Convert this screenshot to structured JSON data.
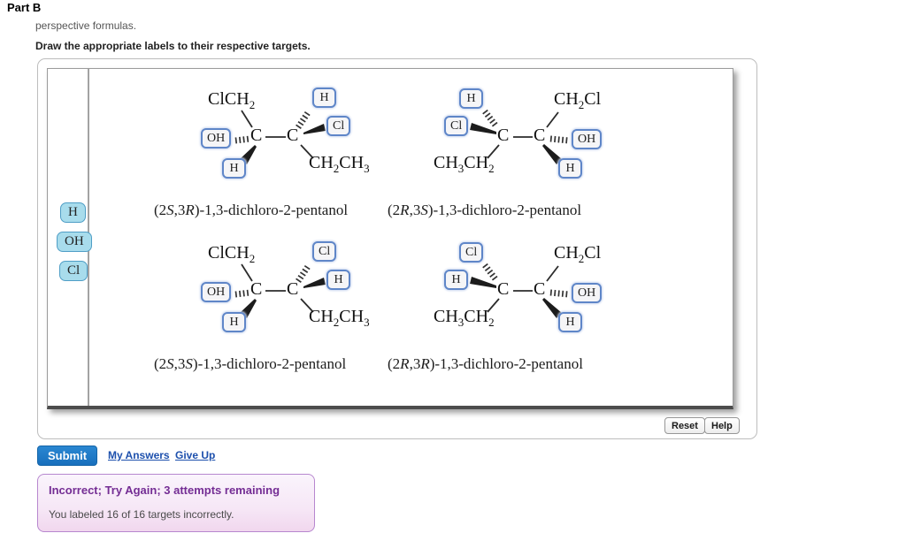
{
  "header": {
    "part": "Part B",
    "subtitle": "perspective formulas.",
    "instruction": "Draw the appropriate labels to their respective targets."
  },
  "palette": {
    "items": [
      {
        "label": "H"
      },
      {
        "label": "OH"
      },
      {
        "label": "Cl"
      }
    ]
  },
  "canvas": {
    "structures": [
      {
        "caption": "(2S,3R)-1,3-dichloro-2-pentanol",
        "top_formula": "ClCH2",
        "bottom_formula": "CH2CH3",
        "carbon": "C",
        "targets": {
          "left": "OH",
          "bottom_left": "H",
          "top_right": "H",
          "right": "Cl"
        }
      },
      {
        "caption": "(2R,3S)-1,3-dichloro-2-pentanol",
        "top_formula": "CH2Cl",
        "bottom_formula": "CH3CH2",
        "carbon": "C",
        "targets": {
          "top_left": "H",
          "left": "Cl",
          "right": "OH",
          "bottom_right": "H"
        }
      },
      {
        "caption": "(2S,3S)-1,3-dichloro-2-pentanol",
        "top_formula": "ClCH2",
        "bottom_formula": "CH2CH3",
        "carbon": "C",
        "targets": {
          "left": "OH",
          "bottom_left": "H",
          "top_right": "Cl",
          "right": "H"
        }
      },
      {
        "caption": "(2R,3R)-1,3-dichloro-2-pentanol",
        "top_formula": "CH2Cl",
        "bottom_formula": "CH3CH2",
        "carbon": "C",
        "targets": {
          "top_left": "Cl",
          "left": "H",
          "right": "OH",
          "bottom_right": "H"
        }
      }
    ]
  },
  "panel_buttons": {
    "reset": "Reset",
    "help": "Help"
  },
  "actions": {
    "submit": "Submit",
    "my_answers": "My Answers",
    "give_up": "Give Up"
  },
  "feedback": {
    "title": "Incorrect; Try Again; 3 attempts remaining",
    "body": "You labeled 16 of 16 targets incorrectly."
  },
  "colors": {
    "chip_fill": "#a8dcec",
    "chip_border": "#4f9ec6",
    "target_border": "#5f86c8",
    "submit_blue": "#1d7ac8",
    "link_blue": "#1d50ad",
    "feedback_border": "#b787cf",
    "feedback_title": "#742d94"
  }
}
